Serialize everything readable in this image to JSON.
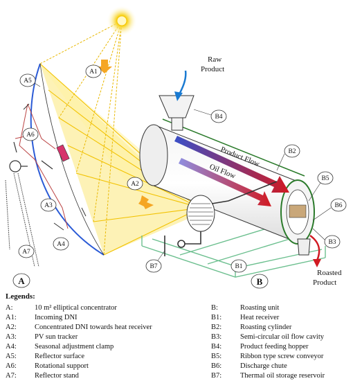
{
  "diagram": {
    "raw_product": [
      "Raw",
      "Product"
    ],
    "roasted_product": [
      "Roasted",
      "Product"
    ],
    "product_flow": "Product Flow",
    "oil_flow": "Oil Flow",
    "section_a": "A",
    "section_b": "B",
    "labels": {
      "A1": "A1",
      "A2": "A2",
      "A3": "A3",
      "A4": "A4",
      "A5": "A5",
      "A6": "A6",
      "A7": "A7",
      "B1": "B1",
      "B2": "B2",
      "B3": "B3",
      "B4": "B4",
      "B5": "B5",
      "B6": "B6",
      "B7": "B7"
    },
    "colors": {
      "sun": "#f7d21a",
      "light": "#fbe87a",
      "reflector": "#2b5bd6",
      "frame": "#b44",
      "product_flow_start": "#3a4fc7",
      "product_flow_end": "#d11a22",
      "roasted_arrow": "#d11a22",
      "raw_arrow": "#1a7ad1",
      "stand": "#6bbf8e"
    }
  },
  "legend": {
    "title": "Legends:",
    "left": [
      {
        "key": "A:",
        "text": "10 m² elliptical concentrator"
      },
      {
        "key": "A1:",
        "text": "Incoming DNI"
      },
      {
        "key": "A2:",
        "text": "Concentrated DNI towards heat receiver"
      },
      {
        "key": "A3:",
        "text": "PV sun tracker"
      },
      {
        "key": "A4:",
        "text": "Seasonal adjustment clamp"
      },
      {
        "key": "A5:",
        "text": "Reflector surface"
      },
      {
        "key": "A6:",
        "text": "Rotational support"
      },
      {
        "key": "A7:",
        "text": "Reflector stand"
      }
    ],
    "right": [
      {
        "key": "B:",
        "text": "Roasting unit"
      },
      {
        "key": "B1:",
        "text": "Heat receiver"
      },
      {
        "key": "B2:",
        "text": "Roasting cylinder"
      },
      {
        "key": "B3:",
        "text": "Semi-circular oil flow cavity"
      },
      {
        "key": "B4:",
        "text": "Product feeding hopper"
      },
      {
        "key": "B5:",
        "text": "Ribbon type screw conveyor"
      },
      {
        "key": "B6:",
        "text": "Discharge chute"
      },
      {
        "key": "B7:",
        "text": "Thermal oil storage reservoir"
      }
    ]
  }
}
